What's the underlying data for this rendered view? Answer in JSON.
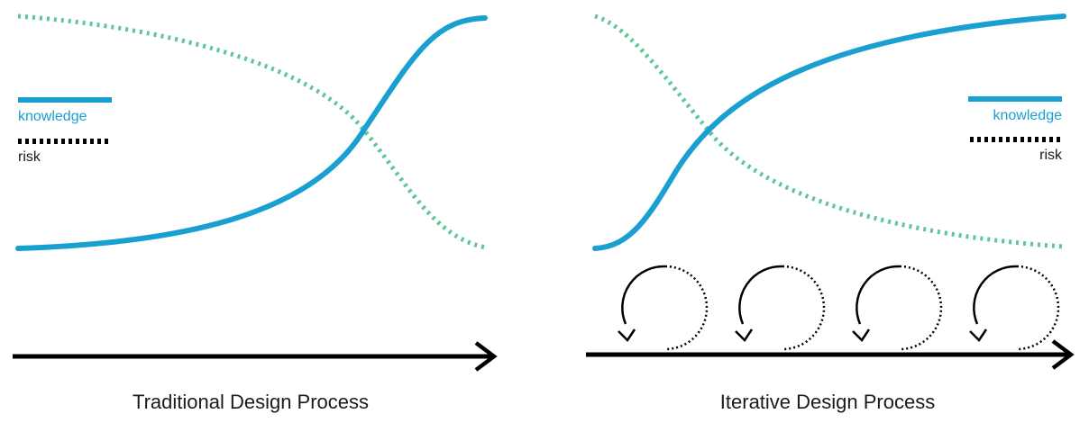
{
  "colors": {
    "knowledge": "#1aa0d0",
    "risk": "#5ec795",
    "process_arrow": "#000000",
    "caption_text": "#1a1a1a"
  },
  "left_panel": {
    "title": "Traditional Design Process",
    "legend": {
      "knowledge_label": "knowledge",
      "risk_label": "risk"
    }
  },
  "right_panel": {
    "title": "Iterative Design Process",
    "legend": {
      "knowledge_label": "knowledge",
      "risk_label": "risk"
    },
    "iteration_loop_icon": "circular-arrow-icon",
    "iteration_loop_count": 4
  }
}
